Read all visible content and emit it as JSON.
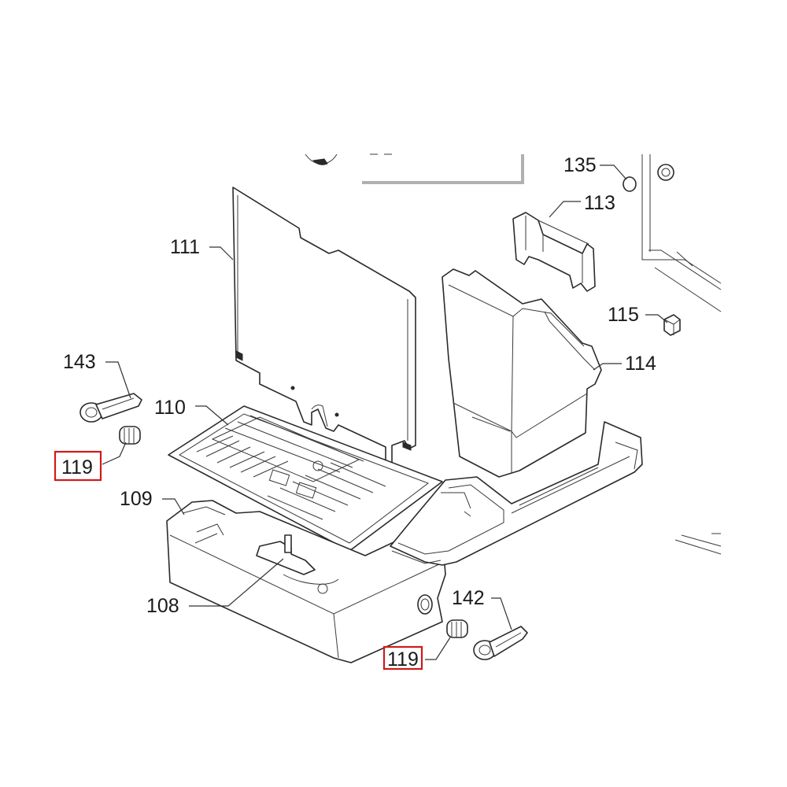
{
  "diagram": {
    "highlight_color": "#d11a1a",
    "callouts": {
      "c111": "111",
      "c110": "110",
      "c143": "143",
      "c119a": "119",
      "c109": "109",
      "c108": "108",
      "c135": "135",
      "c113": "113",
      "c115": "115",
      "c114": "114",
      "c142": "142",
      "c119b": "119"
    },
    "highlighted": [
      "c119a",
      "c119b"
    ]
  }
}
